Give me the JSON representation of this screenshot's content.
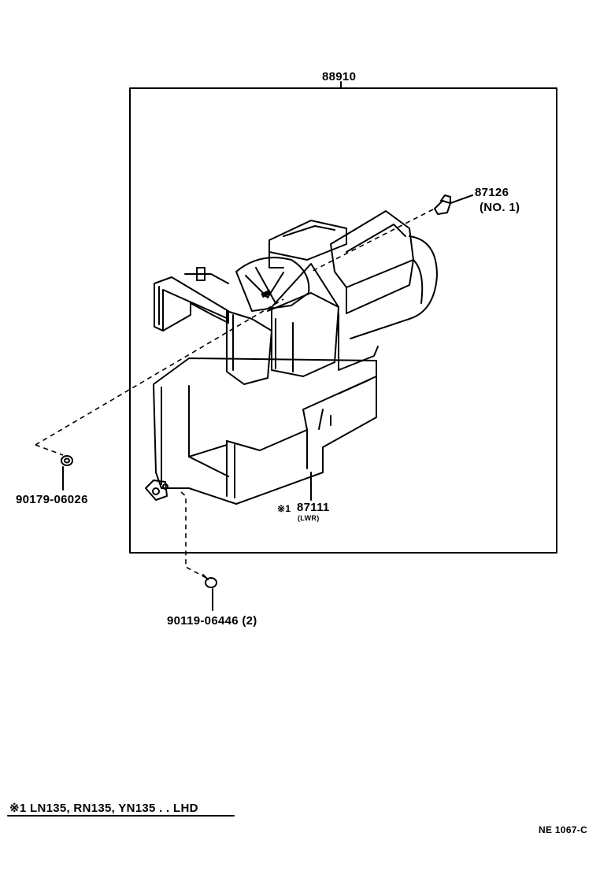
{
  "labels": {
    "assembly": "88910",
    "damper_part": "87126",
    "damper_note": "(NO. 1)",
    "nut_part": "90179-06026",
    "case_mark": "※1",
    "case_part": "87111",
    "case_note": "(LWR)",
    "bolt_part": "90119-06446 (2)",
    "footnote": "※1 LN135, RN135, YN135 . . LHD",
    "drawing_code": "NE 1067-C"
  },
  "colors": {
    "line": "#000000",
    "background": "#ffffff"
  }
}
